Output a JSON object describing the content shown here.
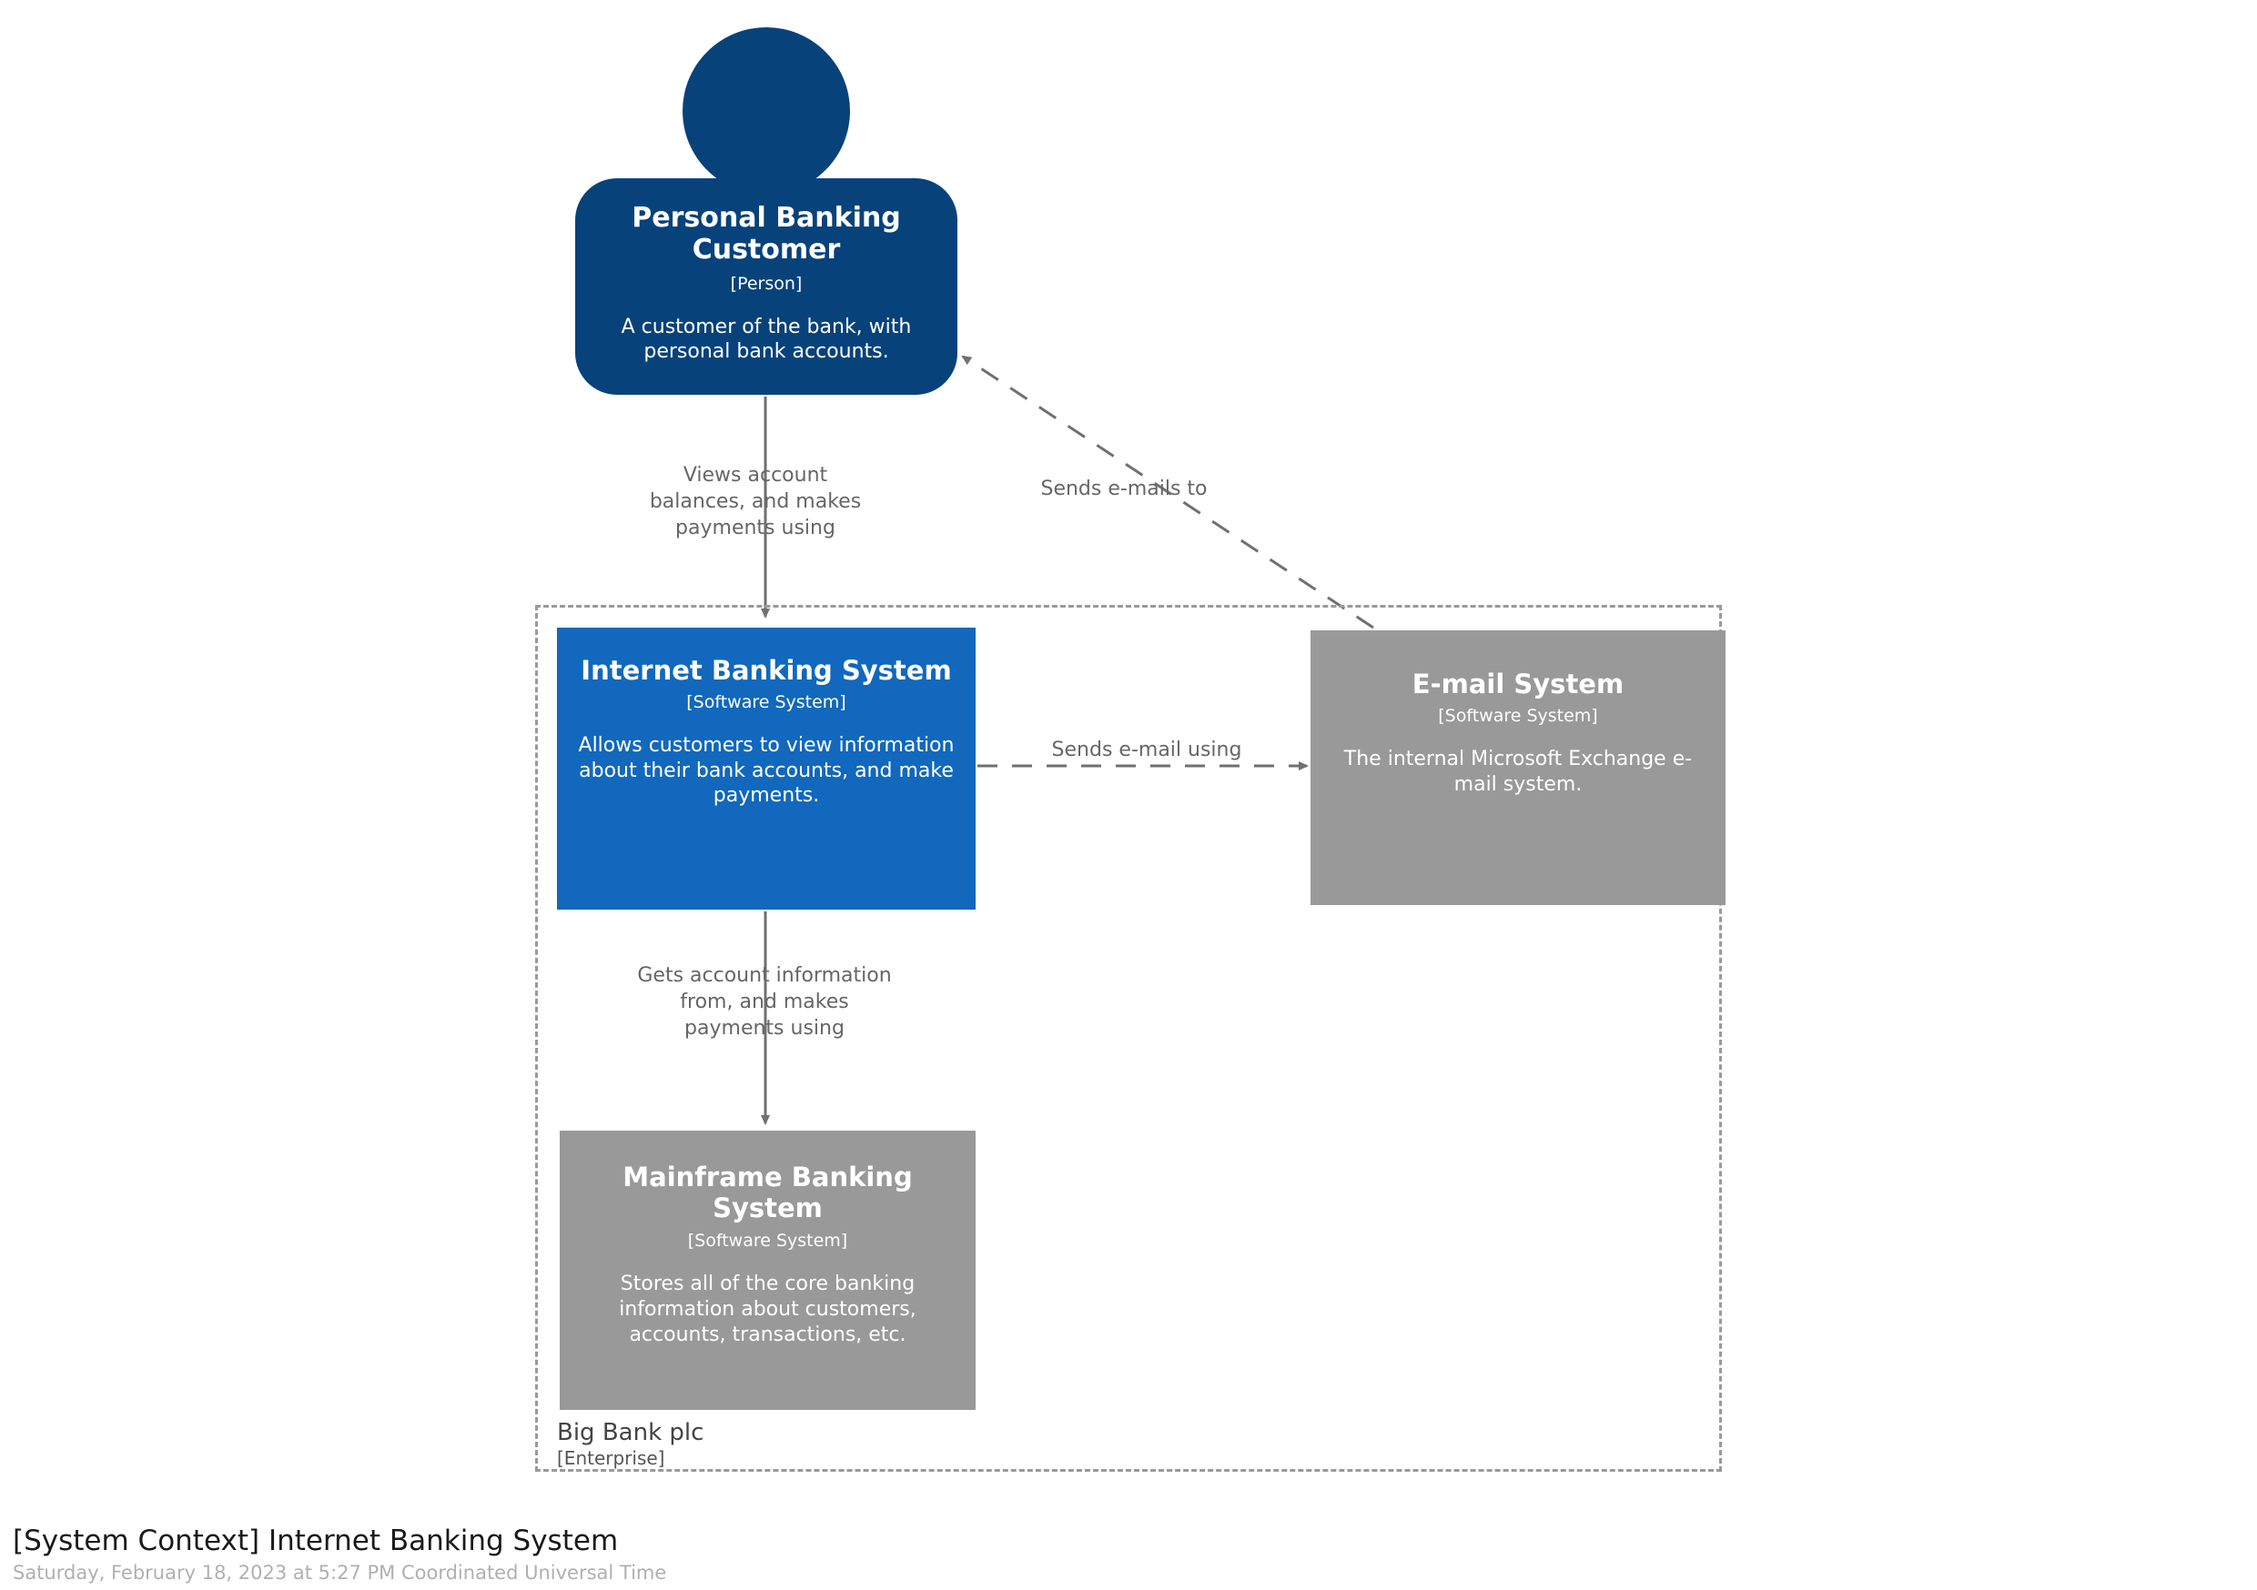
{
  "diagram": {
    "kind": "C4 System Context",
    "colors": {
      "person_fill": "#08427b",
      "focus_system_fill": "#1168bd",
      "external_system_fill": "#999999",
      "boundary_stroke": "#9a9a9a",
      "relationship_stroke": "#707070",
      "label_text": "#666666",
      "node_text": "#ffffff",
      "background": "#ffffff"
    },
    "nodes": {
      "customer": {
        "title": "Personal Banking Customer",
        "type": "[Person]",
        "description": "A customer of the bank, with personal bank accounts."
      },
      "internet_banking_system": {
        "title": "Internet Banking System",
        "type": "[Software System]",
        "description": "Allows customers to view information about their bank accounts, and make payments."
      },
      "email_system": {
        "title": "E-mail System",
        "type": "[Software System]",
        "description": "The internal Microsoft Exchange e-mail system."
      },
      "mainframe_banking_system": {
        "title": "Mainframe Banking System",
        "type": "[Software System]",
        "description": "Stores all of the core banking information about customers, accounts, transactions, etc."
      }
    },
    "boundary": {
      "name": "Big Bank plc",
      "type": "[Enterprise]"
    },
    "relationships": [
      {
        "id": "views-account-balances",
        "from": "customer",
        "to": "internet_banking_system",
        "label": "Views account balances, and makes payments using",
        "style": "solid"
      },
      {
        "id": "sends-emails-to",
        "from": "email_system",
        "to": "customer",
        "label": "Sends e-mails to",
        "style": "dashed"
      },
      {
        "id": "sends-email-using",
        "from": "internet_banking_system",
        "to": "email_system",
        "label": "Sends e-mail using",
        "style": "dashed"
      },
      {
        "id": "gets-account-information",
        "from": "internet_banking_system",
        "to": "mainframe_banking_system",
        "label": "Gets account information from, and makes payments using",
        "style": "solid"
      }
    ],
    "footer": {
      "title": "[System Context] Internet Banking System",
      "subtitle": "Saturday, February 18, 2023 at 5:27 PM Coordinated Universal Time"
    }
  }
}
